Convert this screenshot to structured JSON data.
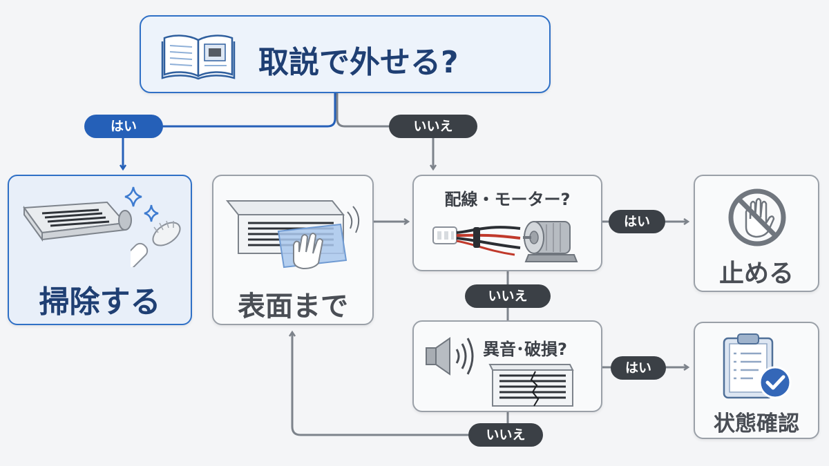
{
  "question_main": "取説で外せる?",
  "question_wiring": "配線・モーター?",
  "question_noise": "異音･破損?",
  "action_clean": "掃除する",
  "action_surface": "表面まで",
  "action_stop": "止める",
  "action_check": "状態確認",
  "yes": "はい",
  "no": "いいえ",
  "icons": {
    "manual": "open-book-icon",
    "fan": "ventilation-fan-icon",
    "brush": "brush-icon",
    "sparkle": "sparkle-icon",
    "wipe": "wiping-hand-icon",
    "cable": "cable-connector-icon",
    "motor": "motor-icon",
    "stop": "stop-hand-icon",
    "speaker": "speaker-icon",
    "cracked_vent": "cracked-vent-icon",
    "clipboard": "clipboard-check-icon"
  },
  "colors": {
    "accent": "#2560b8",
    "neutral": "#3b4046",
    "title": "#1f3f73"
  }
}
